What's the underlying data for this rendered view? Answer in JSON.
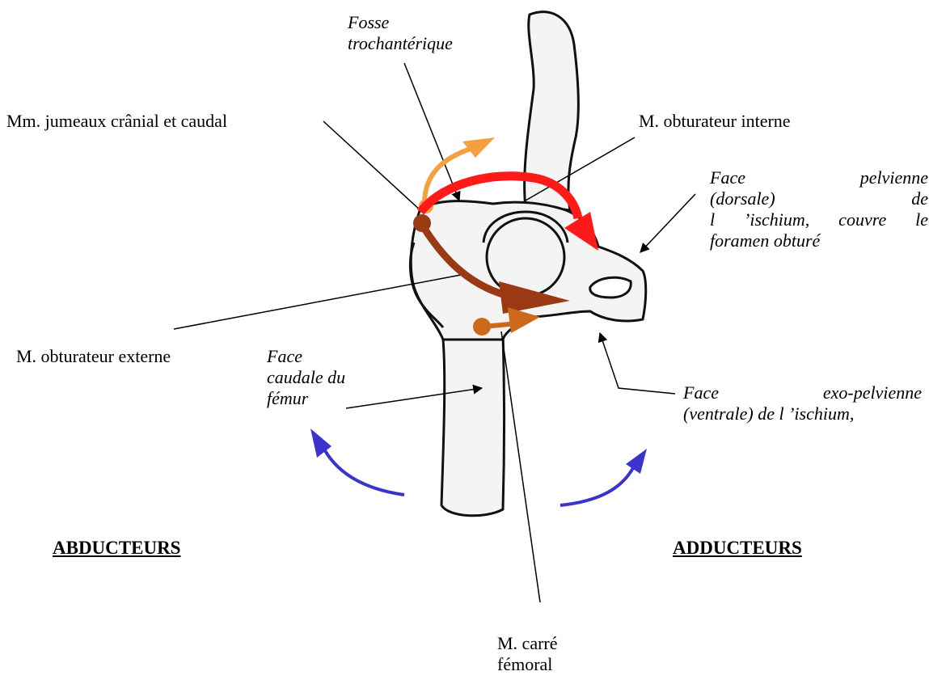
{
  "labels": {
    "fosse": [
      "Fosse",
      "trochantérique"
    ],
    "jumeaux": "Mm. jumeaux crânial  et caudal",
    "obt_interne": "M. obturateur  interne",
    "face_pelvienne": [
      "Face pelvienne",
      "(dorsale) de",
      "l ’ischium, couvre le",
      "foramen obturé"
    ],
    "obt_externe": "M. obturateur  externe",
    "face_caudale": [
      "Face",
      "caudale du",
      "fémur"
    ],
    "face_exo": [
      "Face exo-pelvienne",
      "(ventrale) de l ’ischium,"
    ],
    "abducteurs": "ABDUCTEURS",
    "adducteurs": "ADDUCTEURS",
    "carre": [
      "M.  carré",
      "fémoral"
    ]
  },
  "colors": {
    "red": "#ff1a1a",
    "orange_light": "#f4a040",
    "brown": "#9a3a14",
    "orange": "#cc6a1a",
    "blue": "#3a33cc"
  }
}
